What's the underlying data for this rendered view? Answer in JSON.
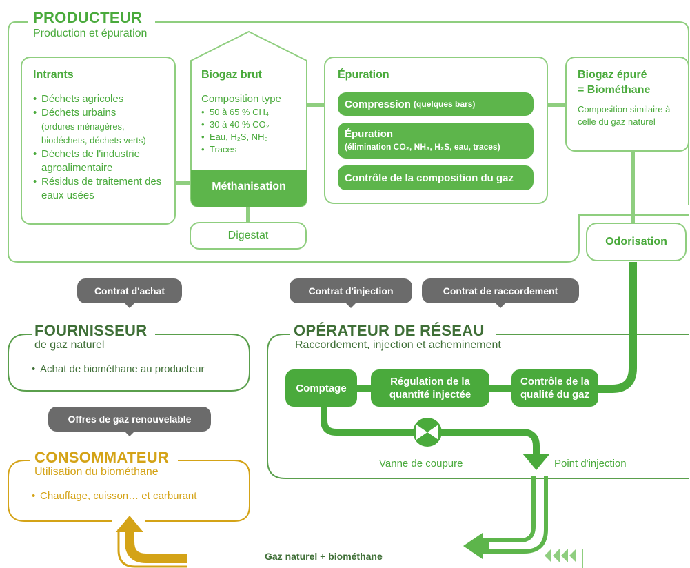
{
  "colors": {
    "green": "#4aaa3c",
    "light_green": "#8fce7f",
    "pill_green": "#5db54b",
    "gold": "#d4a317",
    "grey": "#6b6b6b"
  },
  "producteur": {
    "title": "PRODUCTEUR",
    "subtitle": "Production et épuration",
    "intrants": {
      "title": "Intrants",
      "items": [
        "Déchets agricoles",
        "Déchets urbains",
        "Déchets de l'industrie agroalimentaire",
        "Résidus de traitement des eaux usées"
      ],
      "urbains_detail": "(ordures ménagères, biodéchets, déchets verts)"
    },
    "biogaz_brut": {
      "title": "Biogaz brut",
      "composition_title": "Composition type",
      "items": [
        "50 à 65 % CH₄",
        "30 à 40 % CO₂",
        "Eau, H₂S, NH₃",
        "Traces"
      ],
      "methanisation": "Méthanisation"
    },
    "digestat": "Digestat",
    "epuration": {
      "title": "Épuration",
      "compression": "Compression",
      "compression_detail": "(quelques bars)",
      "epuration_step": "Épuration",
      "epuration_detail": "(élimination CO₂, NH₃, H₂S, eau, traces)",
      "controle": "Contrôle de la composition du gaz"
    },
    "biogaz_epure": {
      "title_line1": "Biogaz épuré",
      "title_line2": "= Biométhane",
      "desc": "Composition similaire à celle du gaz naturel"
    },
    "odorisation": "Odorisation"
  },
  "contracts": {
    "achat": "Contrat d'achat",
    "injection": "Contrat d'injection",
    "raccordement": "Contrat de raccordement",
    "offres": "Offres de gaz renouvelable"
  },
  "fournisseur": {
    "title": "FOURNISSEUR",
    "subtitle": "de gaz naturel",
    "item": "Achat de biométhane au producteur"
  },
  "operateur": {
    "title": "OPÉRATEUR DE RÉSEAU",
    "subtitle": "Raccordement, injection et acheminement",
    "comptage": "Comptage",
    "regulation": "Régulation de la quantité injectée",
    "controle": "Contrôle de la qualité du gaz",
    "vanne": "Vanne de coupure",
    "point_injection": "Point d'injection"
  },
  "consommateur": {
    "title": "CONSOMMATEUR",
    "subtitle": "Utilisation du biométhane",
    "item": "Chauffage, cuisson… et carburant"
  },
  "flow_label": "Gaz naturel + biométhane"
}
